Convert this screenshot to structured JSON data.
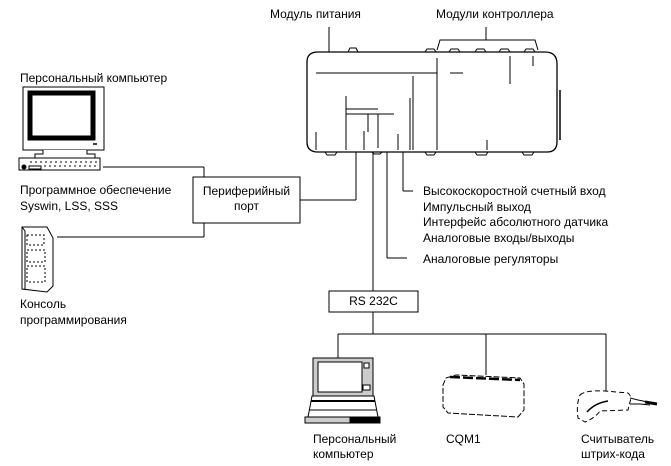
{
  "title": "Конфигурация системы CQM1",
  "plc": {
    "power_module_label": "Модуль питания",
    "controller_modules_label": "Модули контроллера"
  },
  "left": {
    "pc_label": "Персональный компьютер",
    "software_label_line1": "Программное обеспечение",
    "software_label_line2": "Syswin, LSS, SSS",
    "console_label_line1": "Консоль",
    "console_label_line2": "программирования",
    "peripheral_port_line1": "Периферийный",
    "peripheral_port_line2": "порт"
  },
  "functions": {
    "items": [
      "Высокоскоростной счетный вход",
      "Импульсный выход",
      "Интерфейс абсолютного датчика",
      "Аналоговые входы/выходы"
    ],
    "analog_regulators": "Аналоговые регуляторы"
  },
  "rs232": {
    "label": "RS 232C",
    "devices": [
      {
        "line1": "Персональный",
        "line2": "компьютер"
      },
      {
        "line1": "CQM1",
        "line2": ""
      },
      {
        "line1": "Считыватель",
        "line2": "штрих-кода"
      }
    ]
  },
  "colors": {
    "line": "#000000",
    "background": "#ffffff",
    "gray": "#bdbdbd"
  }
}
